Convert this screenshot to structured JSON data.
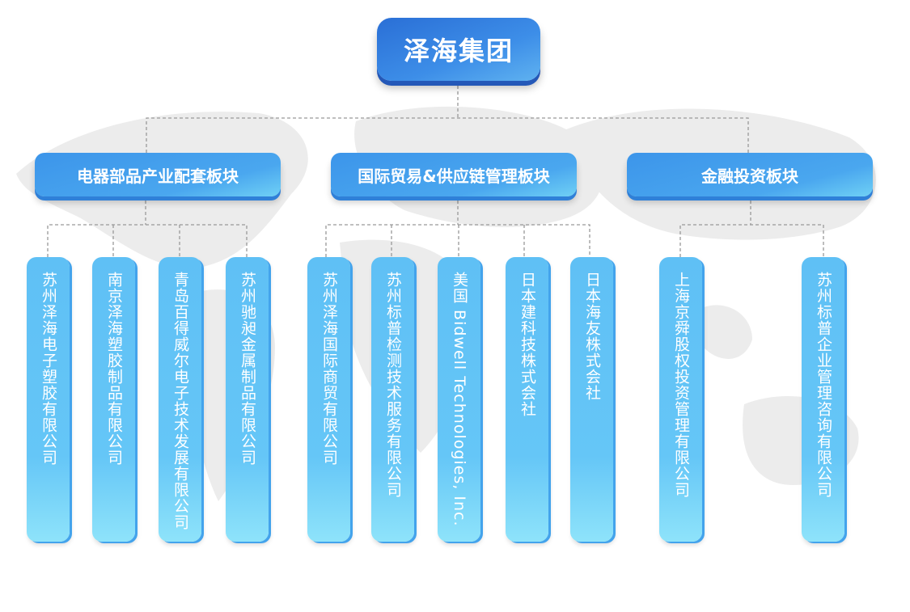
{
  "root": {
    "label": "泽海集团"
  },
  "categories": [
    {
      "label": "电器部品产业配套板块"
    },
    {
      "label": "国际贸易&供应链管理板块"
    },
    {
      "label": "金融投资板块"
    }
  ],
  "companies": [
    {
      "label": "苏州泽海电子塑胶有限公司",
      "category": 0
    },
    {
      "label": "南京泽海塑胶制品有限公司",
      "category": 0
    },
    {
      "label": "青岛百得威尔电子技术发展有限公司",
      "category": 0
    },
    {
      "label": "苏州驰昶金属制品有限公司",
      "category": 0
    },
    {
      "label": "苏州泽海国际商贸有限公司",
      "category": 1
    },
    {
      "label": "苏州标普检测技术服务有限公司",
      "category": 1
    },
    {
      "label": "美国 Bidwell Technologies, Inc.",
      "category": 1
    },
    {
      "label": "日本建科技株式会社",
      "category": 1
    },
    {
      "label": "日本海友株式会社",
      "category": 1
    },
    {
      "label": "上海京舜股权投资管理有限公司",
      "category": 2
    },
    {
      "label": "苏州标普企业管理咨询有限公司",
      "category": 2
    }
  ],
  "colors": {
    "root": "#2a6fd6",
    "category": "#4aa7ef",
    "company": "#65c6f7",
    "connector": "#999999"
  }
}
